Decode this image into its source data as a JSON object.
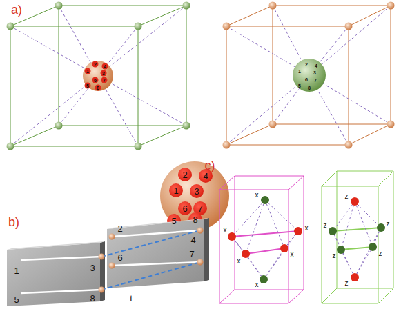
{
  "diagram": {
    "labels": [
      "a)",
      "2",
      "4",
      "1",
      "3",
      "6",
      "7",
      "5",
      "8",
      "2",
      "4",
      "1",
      "3",
      "6",
      "7",
      "5",
      "8",
      "2",
      "4",
      "1",
      "3",
      "6",
      "7",
      "5",
      "8",
      "b)",
      "1",
      "3",
      "5",
      "8",
      "2",
      "4",
      "6",
      "7",
      "t",
      "c)",
      "x",
      "x",
      "x",
      "x",
      "x",
      "x",
      "z",
      "z",
      "z",
      "z",
      "z",
      "z"
    ]
  }
}
